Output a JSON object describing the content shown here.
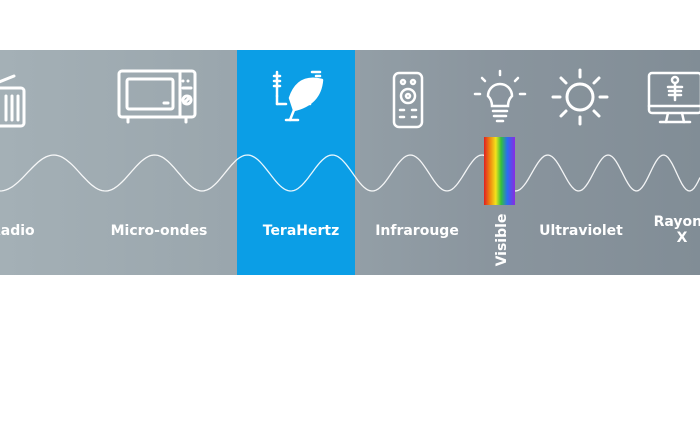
{
  "colors": {
    "band_start": "#a4b0b6",
    "band_end": "#818d96",
    "highlight": "#0b9ee6",
    "text": "#ffffff"
  },
  "bands": [
    {
      "label": "Radio",
      "icon": "radio-icon"
    },
    {
      "label": "Micro-ondes",
      "icon": "microwave-icon"
    },
    {
      "label": "TeraHertz",
      "icon": "satellite-dish-icon",
      "highlighted": true
    },
    {
      "label": "Infrarouge",
      "icon": "remote-control-icon"
    },
    {
      "label": "Visible",
      "icon": "light-bulb-icon",
      "vertical": true
    },
    {
      "label": "Ultraviolet",
      "icon": "sun-icon"
    },
    {
      "label_line1": "Rayons",
      "label_line2": "X",
      "icon": "x-ray-monitor-icon"
    }
  ]
}
